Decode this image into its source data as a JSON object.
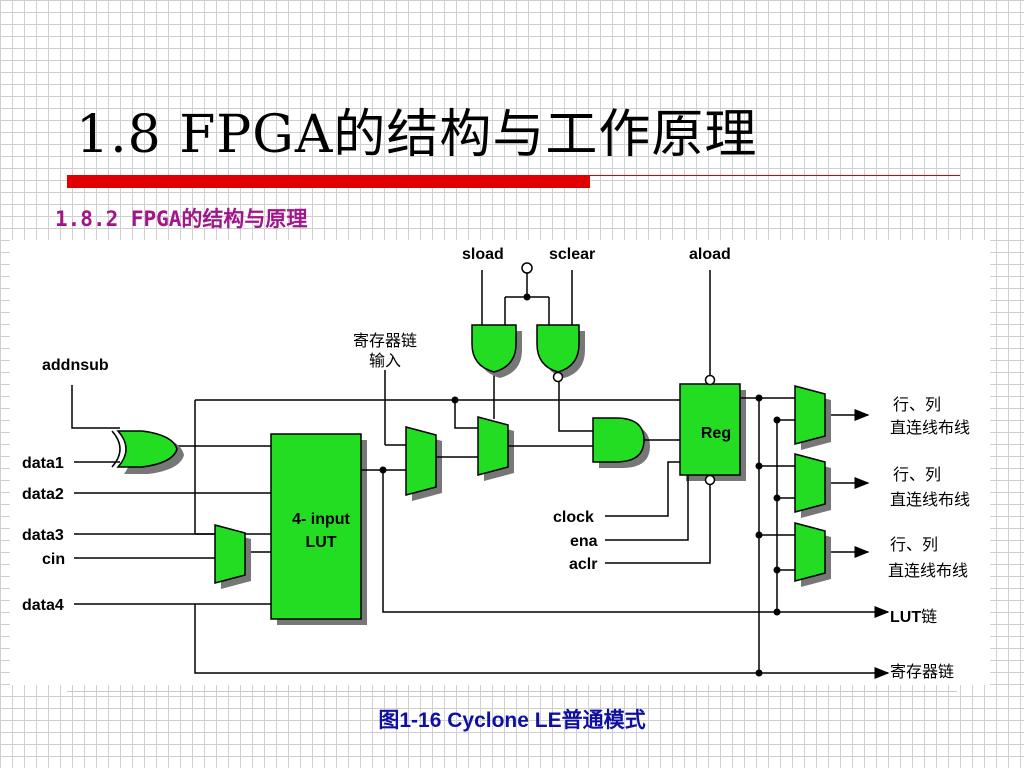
{
  "slide": {
    "title": "1.8  FPGA的结构与工作原理",
    "subtitle": "1.8.2  FPGA的结构与原理",
    "caption": "图1-16 Cyclone LE普通模式"
  },
  "diagram": {
    "inputs": {
      "addnsub": "addnsub",
      "data1": "data1",
      "data2": "data2",
      "data3": "data3",
      "cin": "cin",
      "data4": "data4"
    },
    "control": {
      "sload": "sload",
      "sclear": "sclear",
      "aload": "aload",
      "clock": "clock",
      "ena": "ena",
      "aclr": "aclr"
    },
    "blocks": {
      "lut_line1": "4- input",
      "lut_line2": "LUT",
      "reg": "Reg",
      "chain_in_line1": "寄存器链",
      "chain_in_line2": "输入"
    },
    "outputs": {
      "out1_line1": "行、列",
      "out1_line2": "直连线布线",
      "out2_line1": "行、列",
      "out2_line2": "直连线布线",
      "out3_line1": "行、列",
      "out3_line2": "直连线布线",
      "lut_chain_a": "LUT",
      "lut_chain_b": "链",
      "reg_chain": "寄存器链"
    },
    "colors": {
      "block_fill": "#22dd22",
      "title_bar": "#e00000",
      "subtitle": "#a2148a",
      "caption": "#1010a0"
    }
  }
}
